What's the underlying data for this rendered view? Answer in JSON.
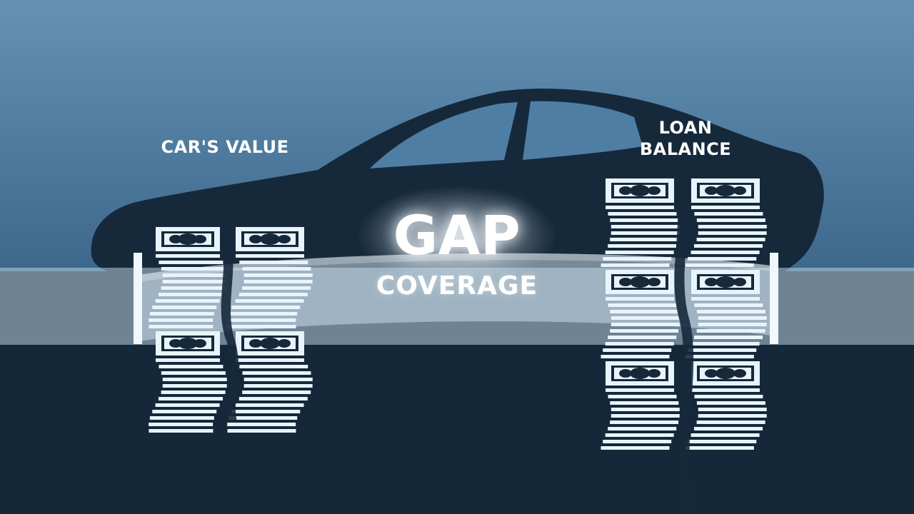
{
  "labels": {
    "car_value": "CAR'S VALUE",
    "loan_line1": "LOAN",
    "loan_line2": "BALANCE",
    "gap": "GAP",
    "coverage": "COVERAGE"
  },
  "colors": {
    "sky_top": "#5f8fb5",
    "sky_bottom": "#3e6a8f",
    "car": "#16293b",
    "ground": "#14283a",
    "band": "#a9c4d6",
    "money": "#e8f4fb"
  },
  "icons": {
    "car": "car-silhouette",
    "cash_stack": "money-stack"
  },
  "stacks": {
    "car_value_bills": 2,
    "loan_balance_bills": 3
  }
}
